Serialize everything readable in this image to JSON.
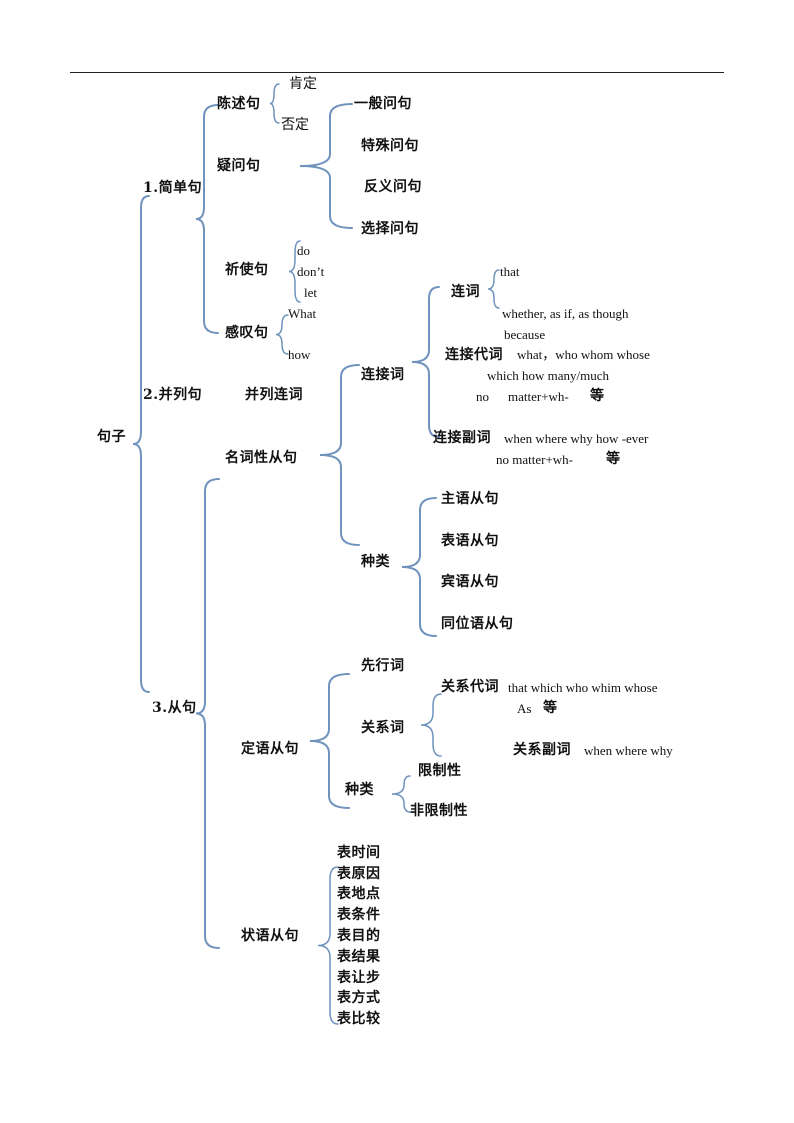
{
  "root": "句子",
  "simple": {
    "title": "1.简单句",
    "declarative": "陈述句",
    "affirmative": "肯定",
    "negative": "否定",
    "interrogative": "疑问句",
    "q_general": "一般问句",
    "q_special": "特殊问句",
    "q_tag": "反义问句",
    "q_alternative": "选择问句",
    "imperative": "祈使句",
    "imp_do": "do",
    "imp_dont": "don’t",
    "imp_let": "let",
    "exclamatory": "感叹句",
    "exc_what": "What",
    "exc_how": "how"
  },
  "compound": {
    "title": "2.并列句",
    "conj": "并列连词"
  },
  "complex": {
    "title": "3.从句",
    "noun_clause": {
      "title": "名词性从句",
      "connectives": "连接词",
      "conj_word": "连词",
      "conj_that": "that",
      "conj_whether": "whether,  as if,  as though",
      "conj_because": "because",
      "pron_label": "连接代词",
      "pron_line1": "what，who  whom  whose",
      "pron_line2": "which  how  many/much",
      "pron_line3a": "no",
      "pron_line3b": "matter+wh-",
      "pron_line3c": "等",
      "adv_label": "连接副词",
      "adv_line1": "when  where  why  how  -ever",
      "adv_line2a": "no matter+wh-",
      "adv_line2b": "等",
      "types": "种类",
      "subject": "主语从句",
      "predicative": "表语从句",
      "object": "宾语从句",
      "appositive": "同位语从句"
    },
    "attributive": {
      "title": "定语从句",
      "antecedent": "先行词",
      "relatives": "关系词",
      "rel_pron_label": "关系代词",
      "rel_pron_words": "that  which  who  whim  whose",
      "rel_pron_as": "As",
      "rel_pron_etc": "等",
      "rel_adv_label": "关系副词",
      "rel_adv_words": "when  where  why",
      "types": "种类",
      "restrictive": "限制性",
      "nonrestrictive": "非限制性"
    },
    "adverbial": {
      "title": "状语从句",
      "items": [
        "表时间",
        "表原因",
        "表地点",
        "表条件",
        "表目的",
        "表结果",
        "表让步",
        "表方式",
        "表比较"
      ]
    }
  },
  "colors": {
    "brace": "#6f93bd",
    "text": "#111111",
    "rule": "#222222"
  }
}
